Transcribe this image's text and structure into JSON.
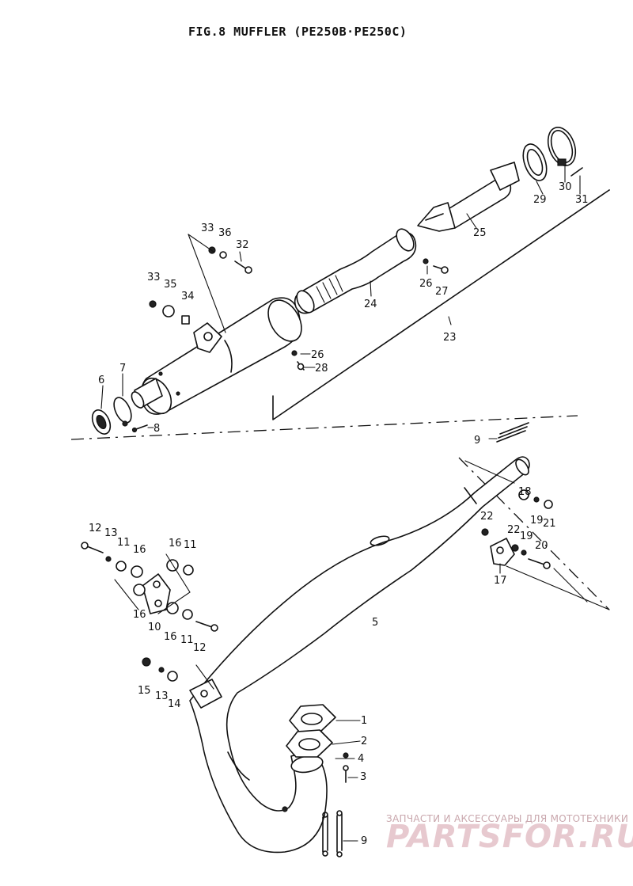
{
  "figure": {
    "title": "FIG.8  MUFFLER  (PE250B·PE250C)"
  },
  "callouts": {
    "c1": "1",
    "c2": "2",
    "c3": "3",
    "c4": "4",
    "c5": "5",
    "c6": "6",
    "c7": "7",
    "c8": "8",
    "c9a": "9",
    "c9b": "9",
    "c10": "10",
    "c11a": "11",
    "c11b": "11",
    "c11c": "11",
    "c12a": "12",
    "c12b": "12",
    "c13a": "13",
    "c13b": "13",
    "c14": "14",
    "c15": "15",
    "c16a": "16",
    "c16b": "16",
    "c16c": "16",
    "c16d": "16",
    "c17": "17",
    "c18": "18",
    "c19a": "19",
    "c19b": "19",
    "c20": "20",
    "c21": "21",
    "c22a": "22",
    "c22b": "22",
    "c23": "23",
    "c24": "24",
    "c25": "25",
    "c26a": "26",
    "c26b": "26",
    "c27": "27",
    "c28": "28",
    "c29": "29",
    "c30": "30",
    "c31": "31",
    "c32": "32",
    "c33a": "33",
    "c33b": "33",
    "c34": "34",
    "c35": "35",
    "c36": "36"
  },
  "watermark": {
    "caption": "ЗАПЧАСТИ И АКСЕССУАРЫ ДЛЯ МОТОТЕХНИКИ",
    "logo": "PARTSFOR.RU"
  }
}
